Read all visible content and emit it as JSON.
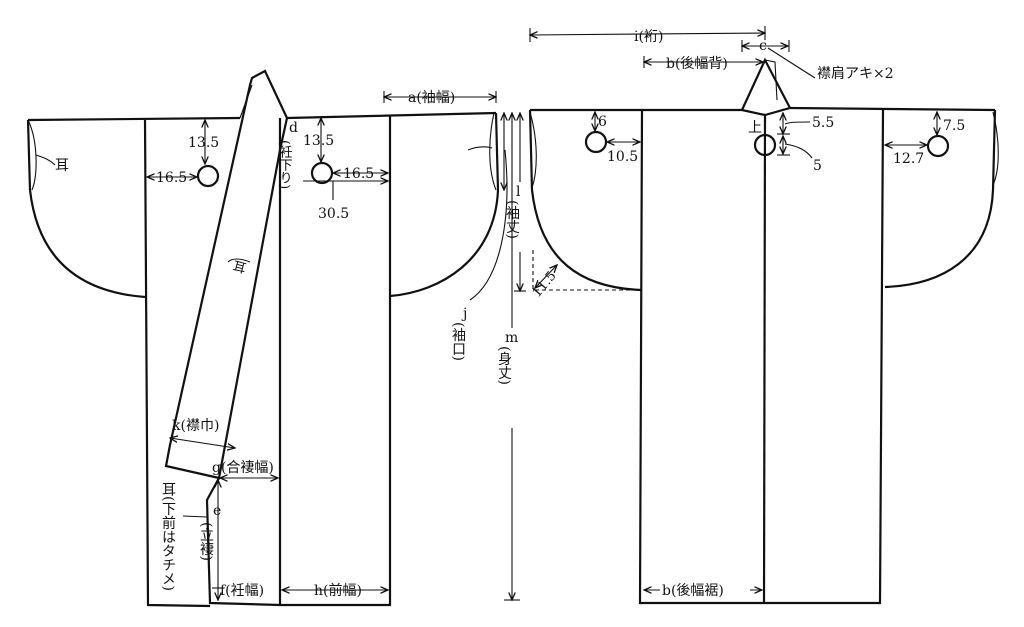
{
  "front": {
    "ear_label": "耳",
    "collar_ear_label": "耳",
    "v_top_left": "13.5",
    "v_top_right": "13.5",
    "h_left": "16.5",
    "h_right": "16.5",
    "h_30": "30.5",
    "d_label": "d",
    "d_text": "(衽下り)",
    "a_label": "a(袖幅)",
    "k_label": "k(襟巾)",
    "g_label": "g(合褄幅)",
    "e_label": "e",
    "e_text": "(立褄)",
    "f_label": "f(衽幅)",
    "h_label": "h(前幅)",
    "hem_note": "耳(下前はタチメ)",
    "j_label": "j",
    "j_text": "(袖口)"
  },
  "middle": {
    "l_label": "l",
    "l_text": "(袖丈)",
    "m_label": "m",
    "m_text": "(身丈)"
  },
  "back": {
    "i_label": "i(裄)",
    "c_label": "c",
    "b_top_label": "b(後幅背)",
    "collar_note": "襟肩アキ×2",
    "v6": "6",
    "h105": "10.5",
    "up_mark": "上",
    "v55": "5.5",
    "v5": "5",
    "v75": "7.5",
    "h127": "12.7",
    "diag115": "11.5",
    "b_bottom_label": "b(後幅裾)"
  }
}
